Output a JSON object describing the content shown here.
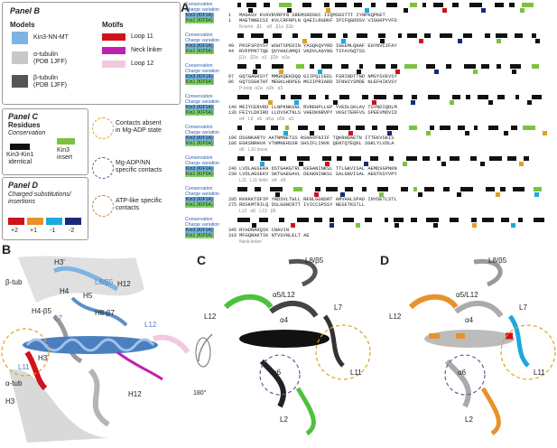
{
  "panels": {
    "a": "A",
    "b": "B",
    "c": "C",
    "d": "D"
  },
  "legend_b": {
    "title": "Panel B",
    "models_title": "Models",
    "motifs_title": "Motifs",
    "models": [
      {
        "label": "Kin3-NN-MT",
        "color": "#7eb4e3"
      },
      {
        "label": "α-tubulin\n(PDB 1JFF)",
        "color": "#c8c8c8"
      },
      {
        "label": "β-tubulin\n(PDB 1JFF)",
        "color": "#555555"
      }
    ],
    "motifs": [
      {
        "label": "Loop 11",
        "color": "#d0121b"
      },
      {
        "label": "Neck linker",
        "color": "#c020b0"
      },
      {
        "label": "Loop 12",
        "color": "#f2c9de"
      }
    ]
  },
  "legend_c": {
    "title": "Panel C",
    "residues_title": "Residues",
    "conservation_title": "Conservation",
    "cons_items": [
      {
        "label": "Kin3-Kin1\nidentical",
        "color": "#111111"
      },
      {
        "label": "Kin3\ninsert",
        "color": "#7cc240"
      }
    ],
    "contacts": [
      {
        "label": "Contacts absent\nin Mg-ADP state",
        "color": "#e0a020"
      },
      {
        "label": "Mg-ADP/NN\nspecific contacts",
        "color": "#6a5a9a"
      },
      {
        "label": "ATP-like specific\ncontacts",
        "color": "#c08040"
      }
    ]
  },
  "legend_d": {
    "title": "Panel D",
    "subtitle": "Charged substitutions/\ninsertions",
    "charges": [
      {
        "label": "+2",
        "color": "#d0121b"
      },
      {
        "label": "+1",
        "color": "#e8922a"
      },
      {
        "label": "-1",
        "color": "#1ca8e0"
      },
      {
        "label": "-2",
        "color": "#1a2a7a"
      }
    ]
  },
  "alignment": {
    "row_cons": "Conservation",
    "row_charge": "Charge variation",
    "kin3": "Kin3 (KIF1A)",
    "kin1": "Kin1 (KIF5A)",
    "blocks": [
      {
        "n3": "1",
        "n1": "1",
        "s3": "MAGASV KVAVRVRPFN SREMSRDSKC IIQMSGSTTT IYNPKQPKET",
        "s1": "MAETNNECSI KVLCRFRPLN QAEILRGDKF IPIFQGDDSV VIGGKPYVFD",
        "notes": "N-term   β1    α0   β1a  β1b"
      },
      {
        "n3": "49",
        "n1": "44",
        "s3": "PKSFSFDYSY WSHTSPEDIN YASQKQVYRD IGEEMLQHAF EGYNVCIFAY",
        "s1": "RVFPPNTTQE QVYHACAMQI VKDVLAGYNG TIFAYGQTSS",
        "notes": "β1c   β2a   α1   β2b   α2a"
      },
      {
        "n3": "97",
        "n1": "86",
        "s3": "GQTGAGKSYT MMGKQEKDQQ GIIPQLCEDL FSRINDTTND NMSYSVEVSY",
        "s1": "GQTSSGKTHT MEGKLHDPEG MGIIPRIARD IFNHIYSMDE NLEFHIKVSY",
        "notes": "P-loop  α2a   α2b   α3"
      },
      {
        "n3": "146",
        "n1": "136",
        "s3": "MEIYCERVRD LLNPKNKGNL RVREHPLLGP YVEDLSKLAV TSYNDIQDLM",
        "s1": "FEIYLDKIRD LLDVSKTNLS VHEDKNRVPY VKGCTERFVS SPEEVMDVID",
        "notes": "α4   L8   α5   α5a   α5b   α3"
      },
      {
        "n3": "196",
        "n1": "186",
        "s3": "DSGNKARTV AATNMNETSS RSHAVFNIIF TQKRHDAETN ITTEKVSKIS",
        "s1": "EGKSNRHVA VTNMNEHSSR SHSIFLINVK QENTQTEQKL SGKLYLVDLA",
        "notes": "α6   L10 loose"
      },
      {
        "n3": "246",
        "n1": "230",
        "s3": "LVDLAGSERA DSTGAKGTRL KEGANINKSL TTLGKVISAL AEMDSGPNKN",
        "s1": "LVDLAGSEKV SKTGAEGAVL DEAKNINKSL SALGNVISAL AEGTKSYVPY",
        "notes": "L11   L11 helix   α4   α5"
      },
      {
        "n3": "295",
        "n1": "275",
        "s3": "KKKKKTDFIP YRDSVLTWLL RENLGGNSRT AMVAALSPAD INYDETLSTL",
        "s1": "RDSKMTRILQ DSLGGNCRTT IVICCSPSSY NESETKSTLL",
        "notes": "L12   α6   L13   β6"
      },
      {
        "n3": "345",
        "n1": "319",
        "s3": "RYADRAKQIK CNAVIN",
        "s1": "MFGQRAKTIK NTVSVNLELT AE",
        "notes": "Neck-linker"
      }
    ]
  },
  "panel_b_labels": {
    "beta_tub": "β-tub",
    "alpha_tub": "α-tub",
    "h3p": "H3'",
    "h12": "H12",
    "h4": "H4",
    "h5": "H5",
    "l8b5": "L8/β5",
    "l7": "L7",
    "h4b5": "H4-β5",
    "h8b7": "H8-β7",
    "l12": "L12",
    "a4": "α4",
    "l11": "L11",
    "h3p2": "H3'",
    "h3": "H3",
    "h12b": "H12"
  },
  "panel_c_labels": {
    "l8b5": "L8/β5",
    "a5l12": "α5/L12",
    "l12": "L12",
    "a4": "α4",
    "l7": "L7",
    "a6": "α6",
    "l11": "L11",
    "l2": "L2",
    "rot": "180°"
  },
  "panel_d_labels": {
    "l8b5": "L8/β5",
    "a5l12": "α5/L12",
    "l12": "L12",
    "a4": "α4",
    "l7": "L7",
    "a6": "α6",
    "l11": "L11",
    "l2": "L2"
  }
}
